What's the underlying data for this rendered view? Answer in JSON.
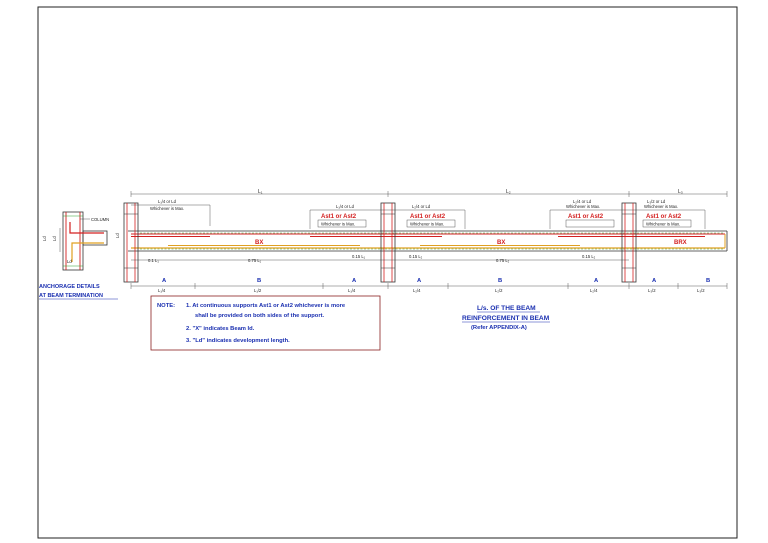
{
  "colors": {
    "border": "#222222",
    "dimension": "#333333",
    "top_bar": "#d32020",
    "bottom_bar": "#e0a020",
    "stirrup": "#2aa02a",
    "column": "#333333",
    "text_blue": "#1a2fb0",
    "text_red": "#d32020"
  },
  "anchorage": {
    "title_line1": "ANCHORAGE DETAILS",
    "title_line2": "AT BEAM TERMINATION",
    "column_label": "COLUMN",
    "ld_top": "Ld",
    "ld_side": "Ld",
    "ld_bottom": "Ld"
  },
  "spans": [
    {
      "id": "span1",
      "span_label": "L₁",
      "left_top_dim": "L₁/4 or Ld",
      "left_top_note": "Whichever is Max.",
      "right_top_dim": "L₁/4 or Ld",
      "right_top_note": "Whichever is Max.",
      "steel_label": "Ast1 or Ast2",
      "beam_label": "BX",
      "bottom_left": "0.1 L₁",
      "bottom_mid": "0.75 L₁",
      "bottom_right": "0.15 L₁",
      "zone_left": "A",
      "zone_mid": "B",
      "zone_right": "A",
      "len_left": "L₁/4",
      "len_mid": "L₁/2",
      "len_right": "L₁/4"
    },
    {
      "id": "span2",
      "span_label": "L₂",
      "left_top_dim": "L₂/4 or Ld",
      "left_top_note": "Whichever is Max.",
      "right_top_dim": "L₂/4 or Ld",
      "right_top_note": "Whichever is Max.",
      "steel_label_left": "Ast1 or Ast2",
      "steel_label_right": "Ast1 or Ast2",
      "beam_label": "BX",
      "bottom_left": "0.15 L₂",
      "bottom_mid": "0.75 L₂",
      "bottom_right": "0.15 L₂",
      "zone_left": "A",
      "zone_mid": "B",
      "zone_right": "A",
      "len_left": "L₂/4",
      "len_mid": "L₂/2",
      "len_right": "L₂/4"
    },
    {
      "id": "span3",
      "span_label": "L₃",
      "top_dim": "L₃/2 or Ld",
      "top_note": "Whichever is Max.",
      "steel_label": "Ast1 or Ast2",
      "beam_label": "BRX",
      "zone_left": "A",
      "zone_right": "B",
      "len_left": "L₃/2",
      "len_right": "L₃/2"
    }
  ],
  "column_depth_label": "Ld",
  "notes": {
    "heading": "NOTE:",
    "items": [
      "1. At continuous supports Ast1 or Ast2 whichever is more",
      "shall be provided on both sides of the support.",
      "2. \"X\" indicates Beam Id.",
      "3. \"Ld\" indicates development length."
    ]
  },
  "beam_title": {
    "line1": "L/s. OF THE BEAM",
    "line2": "REINFORCEMENT IN BEAM",
    "line3": "(Refer APPENDIX-A)"
  }
}
